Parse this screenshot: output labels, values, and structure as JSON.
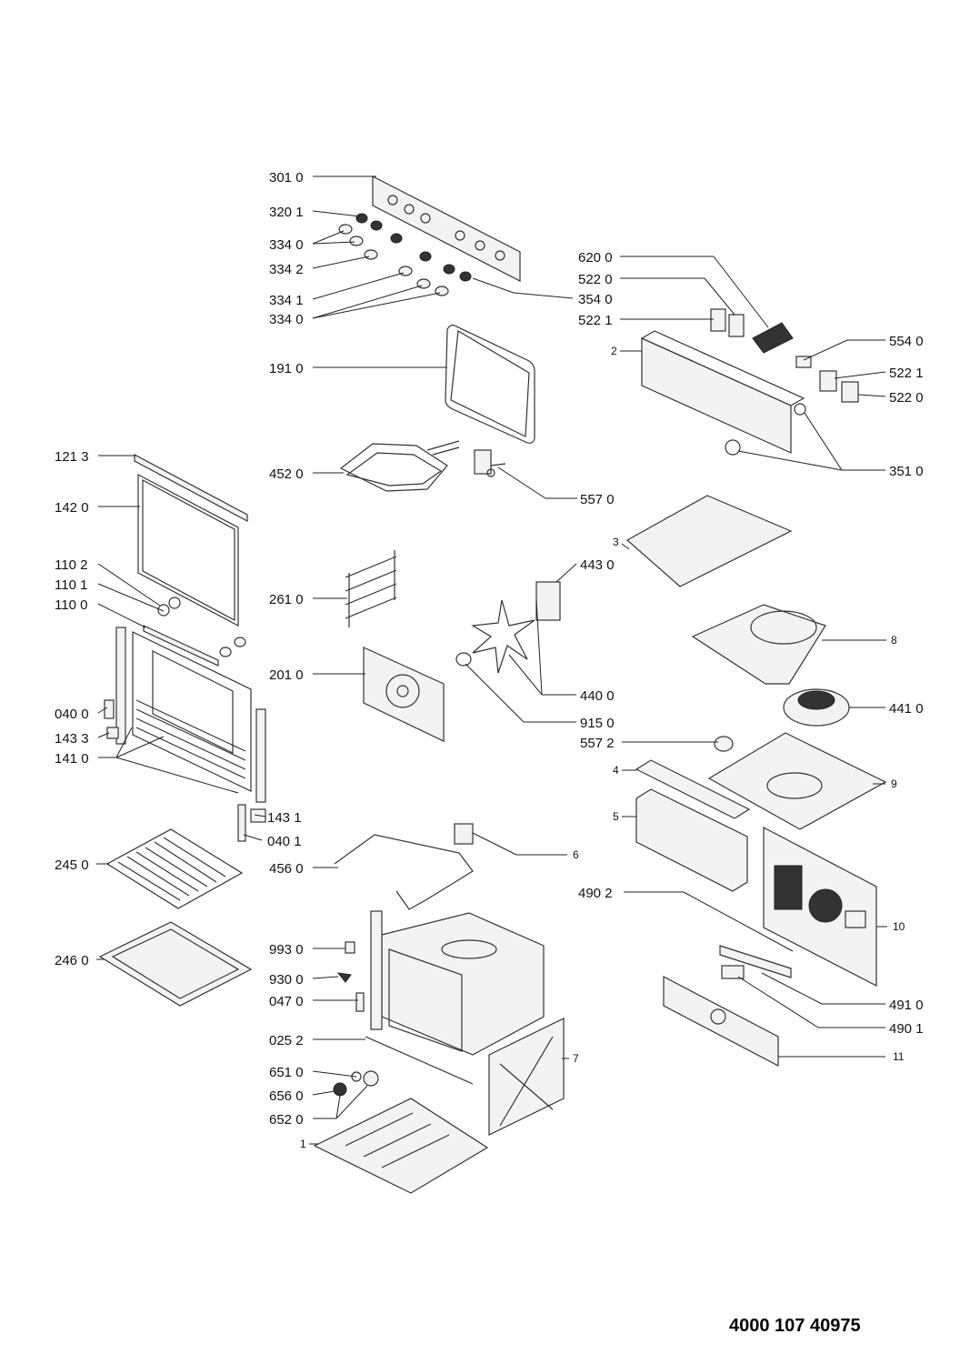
{
  "diagram": {
    "document_code": "4000 107 40975",
    "labels": {
      "p3010": "301 0",
      "p3201": "320 1",
      "p3340a": "334 0",
      "p3342": "334 2",
      "p3341": "334 1",
      "p3340b": "334 0",
      "p3540": "354 0",
      "p1910": "191 0",
      "p6200": "620 0",
      "p5220a": "522 0",
      "p5221a": "522 1",
      "p2": "2",
      "p5540": "554 0",
      "p5221b": "522 1",
      "p5220b": "522 0",
      "p3510": "351 0",
      "p1213": "121 3",
      "p1420": "142 0",
      "p1102": "110 2",
      "p1101": "110 1",
      "p1100": "110 0",
      "p0400a": "040 0",
      "p1433": "143 3",
      "p1410": "141 0",
      "p1431": "143 1",
      "p0401": "040 1",
      "p2450": "245 0",
      "p2460": "246 0",
      "p4520": "452 0",
      "p5570": "557 0",
      "p2610": "261 0",
      "p2010": "201 0",
      "p3": "3",
      "p4430": "443 0",
      "p8": "8",
      "p4400": "440 0",
      "p9150": "915 0",
      "p4410": "441 0",
      "p5572": "557 2",
      "p4": "4",
      "p9": "9",
      "p5": "5",
      "p6": "6",
      "p4560": "456 0",
      "p4902": "490 2",
      "p10": "10",
      "p9930": "993 0",
      "p9300": "930 0",
      "p0470": "047 0",
      "p0252": "025 2",
      "p4910": "491 0",
      "p4901": "490 1",
      "p11": "11",
      "p6510": "651 0",
      "p6560": "656 0",
      "p6520": "652 0",
      "p7": "7",
      "p1": "1"
    }
  }
}
